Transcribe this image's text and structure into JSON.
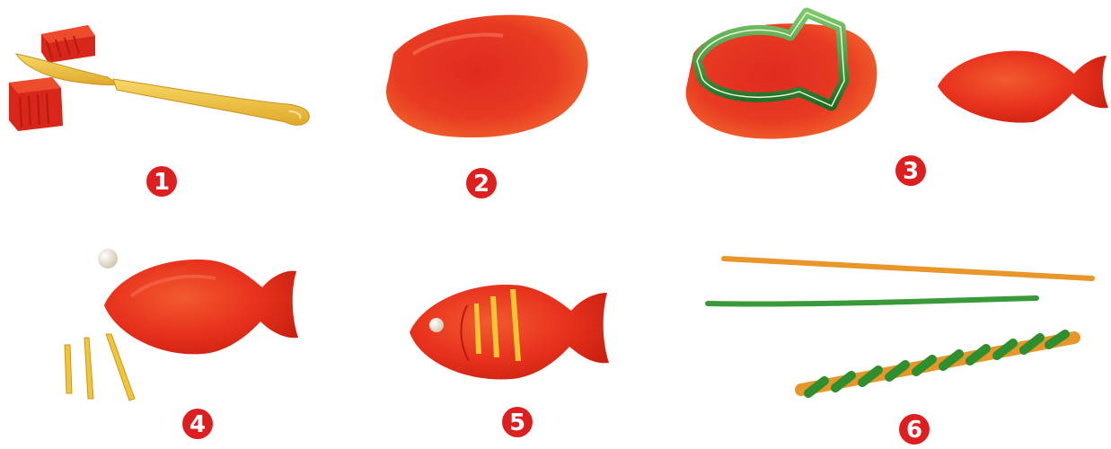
{
  "steps": [
    {
      "number": "1"
    },
    {
      "number": "2"
    },
    {
      "number": "3"
    },
    {
      "number": "4"
    },
    {
      "number": "5"
    },
    {
      "number": "6"
    }
  ],
  "colors": {
    "clay_red": "#e8321e",
    "clay_dark_red": "#b9170e",
    "clay_light": "#f2682c",
    "knife_yellow": "#f2c744",
    "cutter_green": "#2f8f2f",
    "pearl": "#ece7d6",
    "straw_yellow": "#f0c536",
    "orange_string": "#e8952a",
    "green_string": "#3a9a3a",
    "badge_red": "#dd1f1f"
  },
  "icons": [
    "clay-block",
    "knife",
    "clay-disc",
    "cookie-cutter",
    "fish",
    "pearl",
    "straws",
    "twisted-string"
  ]
}
